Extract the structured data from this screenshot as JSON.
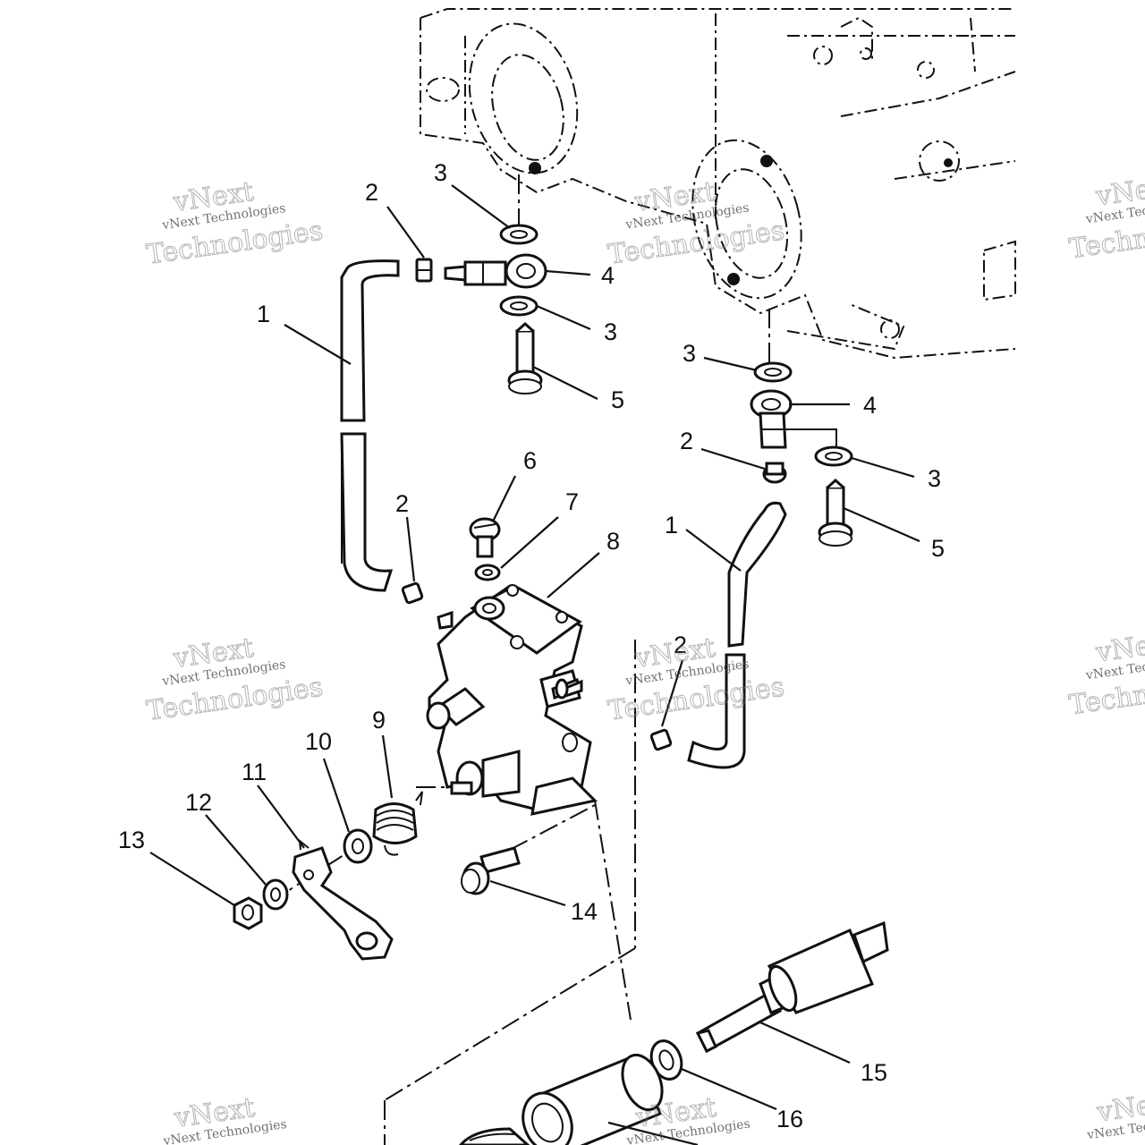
{
  "watermark": {
    "brand_top": "vNext",
    "brand_line": "vNext Technologies",
    "brand_bottom": "Technologies"
  },
  "callouts": {
    "c1a": "1",
    "c1b": "1",
    "c2a": "2",
    "c2b": "2",
    "c2c": "2",
    "c2d": "2",
    "c3a": "3",
    "c3b": "3",
    "c3c": "3",
    "c3d": "3",
    "c4a": "4",
    "c4b": "4",
    "c5a": "5",
    "c5b": "5",
    "c6": "6",
    "c7": "7",
    "c8": "8",
    "c9": "9",
    "c10": "10",
    "c11": "11",
    "c12": "12",
    "c13": "13",
    "c14": "14",
    "c15": "15",
    "c16": "16"
  }
}
